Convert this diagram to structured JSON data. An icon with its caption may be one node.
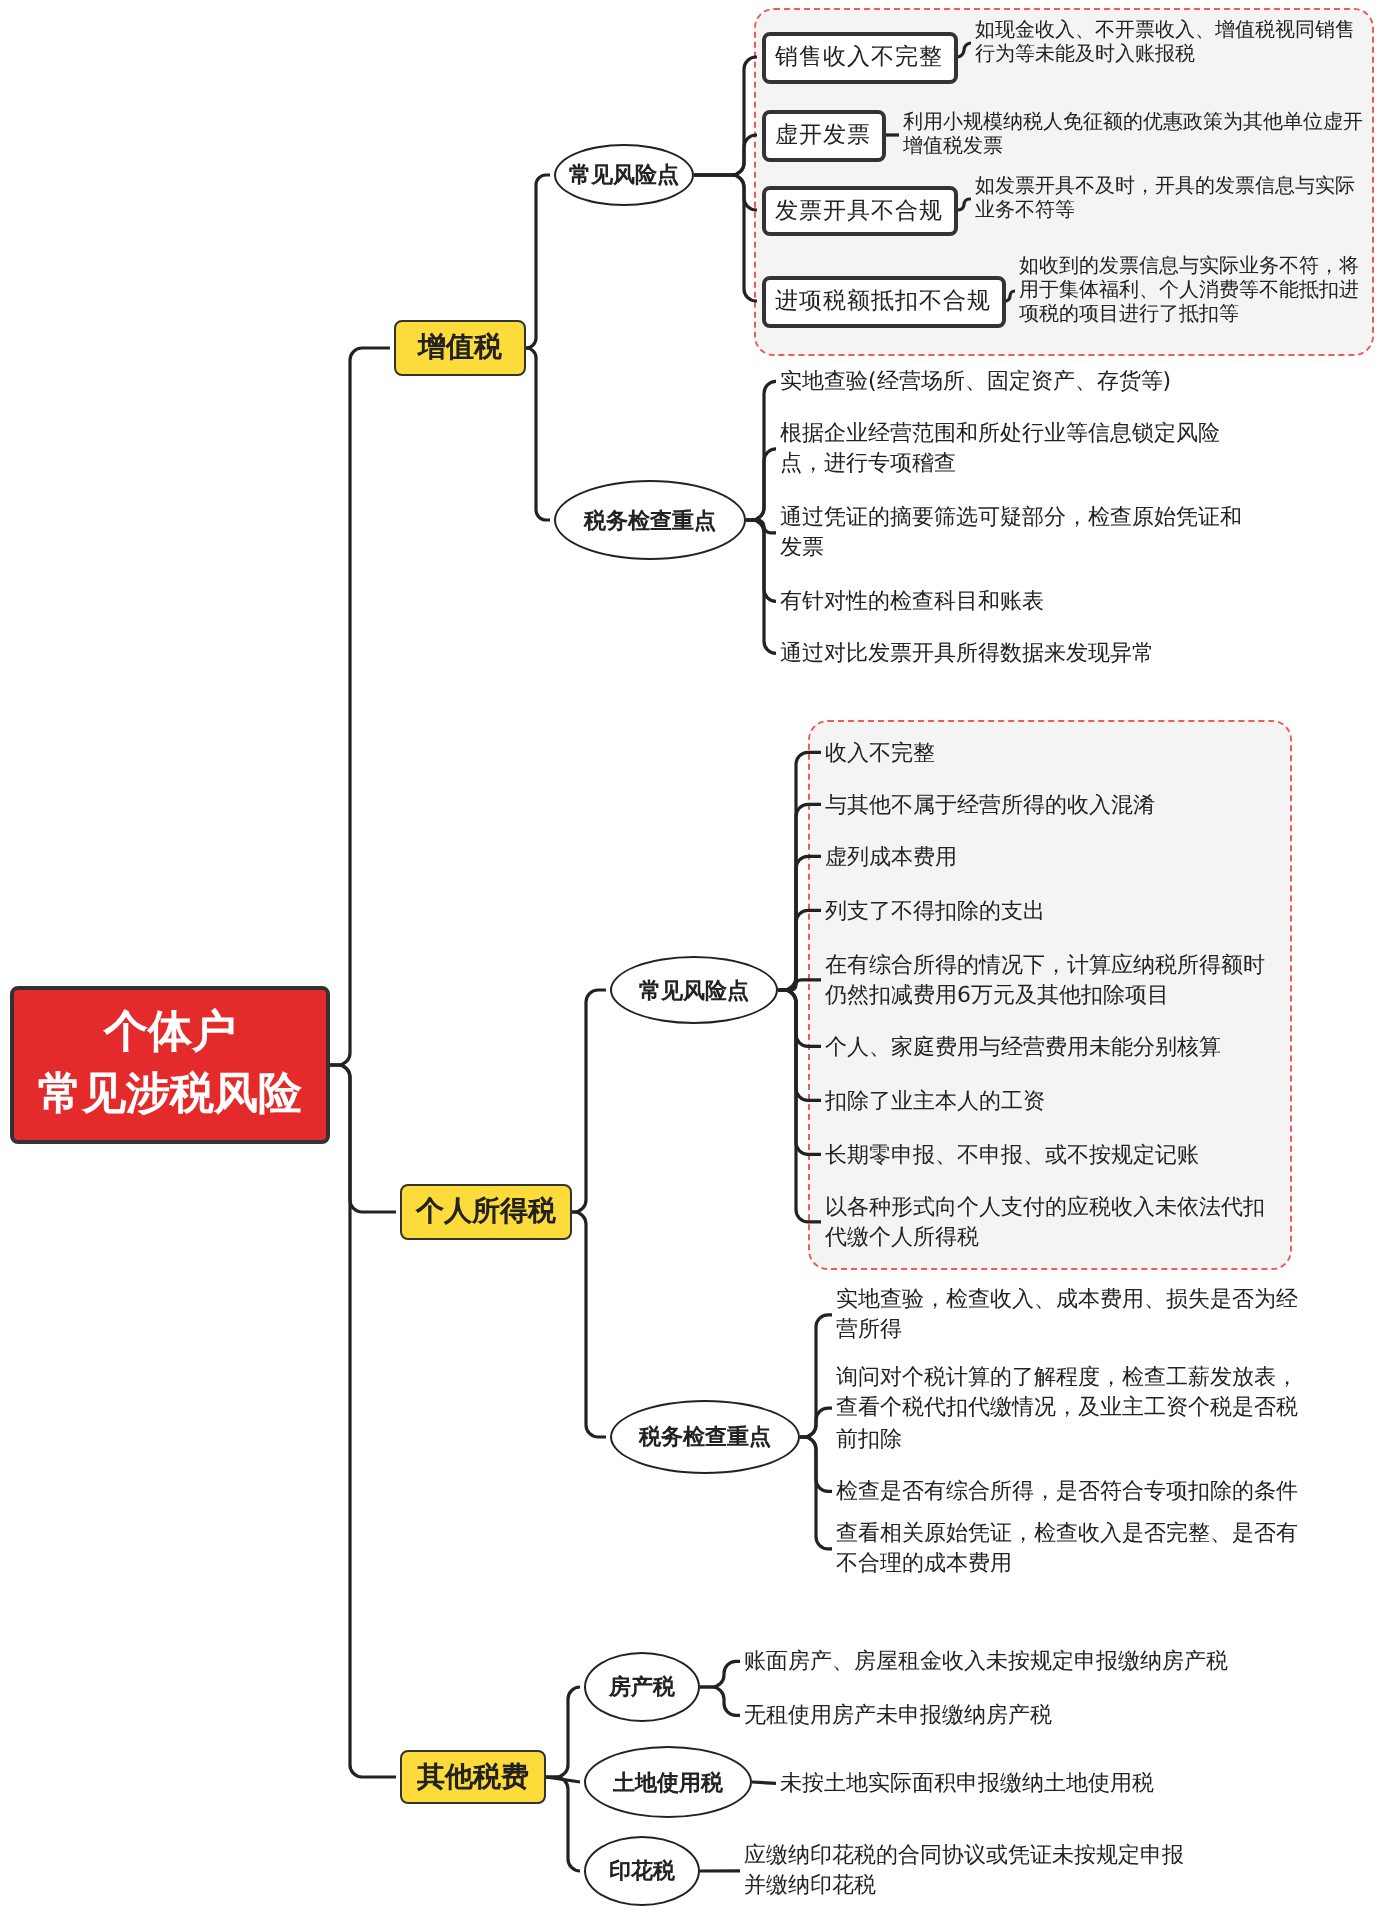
{
  "diagram": {
    "nodes": [
      {
        "text": [
          "个体户",
          "常见涉税风险"
        ]
      },
      {
        "text": [
          "增值税"
        ]
      },
      {
        "text": [
          "常见风险点"
        ]
      },
      {
        "text": [],
        "shape": "box"
      },
      {
        "text": [
          "销售收入不完整"
        ],
        "in": 3
      },
      {
        "text": [
          "如现金收入、不开票收入、增值税视同销售行为等未能及时入账报税"
        ],
        "in": 3
      },
      {
        "text": [
          "虚开发票"
        ],
        "in": 3
      },
      {
        "text": [
          "利用小规模纳税人免征额的优惠政策为其他单位虚开增值税发票"
        ],
        "in": 3
      },
      {
        "text": [
          "发票开具不合规"
        ],
        "in": 3
      },
      {
        "text": [
          "如发票开具不及时，开具的发票信息与实际业务不符等"
        ],
        "in": 3
      },
      {
        "text": [
          "进项税额抵扣不合规"
        ],
        "in": 3
      },
      {
        "text": [
          "如收到的发票信息与实际业务不符，将用于集体福利、个人消费等不能抵扣进项税的项目进行了抵扣等"
        ],
        "in": 3
      },
      {
        "text": [
          "税务检查重点"
        ]
      },
      {
        "text": [
          "实地查验(经营场所、固定资产、存货等)"
        ]
      },
      {
        "text": [
          "根据企业经营范围和所处行业等信息锁定风险点，进行专项稽查"
        ]
      },
      {
        "text": [
          "通过凭证的摘要筛选可疑部分，检查原始凭证和发票"
        ]
      },
      {
        "text": [
          "有针对性的检查科目和账表"
        ]
      },
      {
        "text": [
          "通过对比发票开具所得数据来发现异常"
        ]
      },
      {
        "text": [
          "个人所得税"
        ]
      },
      {
        "text": [
          "常见风险点"
        ]
      },
      {
        "text": [],
        "shape": "box"
      },
      {
        "text": [
          "收入不完整"
        ],
        "in": 20
      },
      {
        "text": [
          "与其他不属于经营所得的收入混淆"
        ],
        "in": 20
      },
      {
        "text": [
          "虚列成本费用"
        ],
        "in": 20
      },
      {
        "text": [
          "列支了不得扣除的支出"
        ],
        "in": 20
      },
      {
        "text": [
          "在有综合所得的情况下，计算应纳税所得额时仍然扣减费用6万元及其他扣除项目"
        ],
        "in": 20
      },
      {
        "text": [
          "个人、家庭费用与经营费用未能分别核算"
        ],
        "in": 20
      },
      {
        "text": [
          "扣除了业主本人的工资"
        ],
        "in": 20
      },
      {
        "text": [
          "长期零申报、不申报、或不按规定记账"
        ],
        "in": 20
      },
      {
        "text": [
          "以各种形式向个人支付的应税收入未依法代扣代缴个人所得税"
        ],
        "in": 20
      },
      {
        "text": [
          "税务检查重点"
        ]
      },
      {
        "text": [
          "实地查验，检查收入、成本费用、损失是否为经营所得"
        ]
      },
      {
        "text": [
          "询问对个税计算的了解程度，检查工薪发放表，查看个税代扣代缴情况，及业主工资个税是否税前扣除"
        ]
      },
      {
        "text": [
          "检查是否有综合所得，是否符合专项扣除的条件"
        ]
      },
      {
        "text": [
          "查看相关原始凭证，检查收入是否完整、是否有不合理的成本费用"
        ]
      },
      {
        "text": [
          "其他税费"
        ]
      },
      {
        "text": [
          "房产税"
        ]
      },
      {
        "text": [
          "账面房产、房屋租金收入未按规定申报缴纳房产税"
        ]
      },
      {
        "text": [
          "无租使用房产未申报缴纳房产税"
        ]
      },
      {
        "text": [
          "土地使用税"
        ]
      },
      {
        "text": [
          "未按土地实际面积申报缴纳土地使用税"
        ]
      },
      {
        "text": [
          "印花税"
        ]
      },
      {
        "text": [
          "应缴纳印花税的合同协议或凭证未按规定申报并缴纳印花税"
        ]
      }
    ],
    "edges": [
      {
        "from": 0,
        "to": 1,
        "arrow": "none"
      },
      {
        "from": 0,
        "to": 18,
        "arrow": "none"
      },
      {
        "from": 0,
        "to": 35,
        "arrow": "none"
      },
      {
        "from": 1,
        "to": 2,
        "arrow": "none"
      },
      {
        "from": 1,
        "to": 12,
        "arrow": "none"
      },
      {
        "from": 2,
        "to": 4,
        "arrow": "none"
      },
      {
        "from": 2,
        "to": 6,
        "arrow": "none"
      },
      {
        "from": 2,
        "to": 8,
        "arrow": "none"
      },
      {
        "from": 2,
        "to": 10,
        "arrow": "none"
      },
      {
        "from": 4,
        "to": 5,
        "arrow": "none"
      },
      {
        "from": 6,
        "to": 7,
        "arrow": "none"
      },
      {
        "from": 8,
        "to": 9,
        "arrow": "none"
      },
      {
        "from": 10,
        "to": 11,
        "arrow": "none"
      },
      {
        "from": 12,
        "to": 13,
        "arrow": "none"
      },
      {
        "from": 12,
        "to": 14,
        "arrow": "none"
      },
      {
        "from": 12,
        "to": 15,
        "arrow": "none"
      },
      {
        "from": 12,
        "to": 16,
        "arrow": "none"
      },
      {
        "from": 12,
        "to": 17,
        "arrow": "none"
      },
      {
        "from": 18,
        "to": 19,
        "arrow": "none"
      },
      {
        "from": 18,
        "to": 30,
        "arrow": "none"
      },
      {
        "from": 19,
        "to": 21,
        "arrow": "none"
      },
      {
        "from": 19,
        "to": 22,
        "arrow": "none"
      },
      {
        "from": 19,
        "to": 23,
        "arrow": "none"
      },
      {
        "from": 19,
        "to": 24,
        "arrow": "none"
      },
      {
        "from": 19,
        "to": 25,
        "arrow": "none"
      },
      {
        "from": 19,
        "to": 26,
        "arrow": "none"
      },
      {
        "from": 19,
        "to": 27,
        "arrow": "none"
      },
      {
        "from": 19,
        "to": 28,
        "arrow": "none"
      },
      {
        "from": 19,
        "to": 29,
        "arrow": "none"
      },
      {
        "from": 30,
        "to": 31,
        "arrow": "none"
      },
      {
        "from": 30,
        "to": 32,
        "arrow": "none"
      },
      {
        "from": 30,
        "to": 33,
        "arrow": "none"
      },
      {
        "from": 30,
        "to": 34,
        "arrow": "none"
      },
      {
        "from": 35,
        "to": 36,
        "arrow": "none"
      },
      {
        "from": 35,
        "to": 39,
        "arrow": "none"
      },
      {
        "from": 35,
        "to": 41,
        "arrow": "none"
      },
      {
        "from": 36,
        "to": 37,
        "arrow": "none"
      },
      {
        "from": 36,
        "to": 38,
        "arrow": "none"
      },
      {
        "from": 39,
        "to": 40,
        "arrow": "none"
      },
      {
        "from": 41,
        "to": 42,
        "arrow": "none"
      }
    ]
  }
}
